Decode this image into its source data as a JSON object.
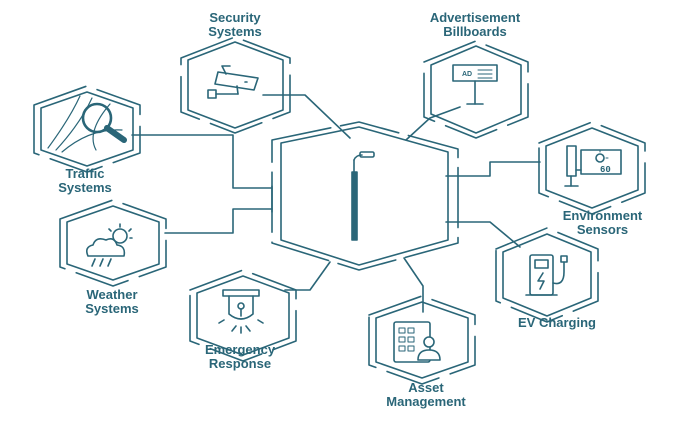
{
  "colors": {
    "ink": "#2a6678",
    "icon": "#1f5566",
    "accent": "#3a8fa8",
    "background": "#ffffff"
  },
  "center": {
    "icon": "street-lamp-icon"
  },
  "nodes": {
    "security": {
      "label_lines": [
        "Security",
        "Systems"
      ],
      "icon": "cctv-camera-icon"
    },
    "advertisement": {
      "label_lines": [
        "Advertisement",
        "Billboards"
      ],
      "icon": "billboard-icon",
      "icon_text": "AD"
    },
    "traffic": {
      "label_lines": [
        "Traffic",
        "Systems"
      ],
      "icon": "magnifier-road-icon"
    },
    "environment": {
      "label_lines": [
        "Environment",
        "Sensors"
      ],
      "icon": "sensor-panel-icon",
      "icon_text": "60"
    },
    "weather": {
      "label_lines": [
        "Weather",
        "Systems"
      ],
      "icon": "cloud-sun-rain-icon"
    },
    "ev": {
      "label_lines": [
        "EV Charging"
      ],
      "icon": "ev-charger-icon"
    },
    "emergency": {
      "label_lines": [
        "Emergency",
        "Response"
      ],
      "icon": "siren-icon"
    },
    "asset": {
      "label_lines": [
        "Asset",
        "Management"
      ],
      "icon": "asset-tablet-user-icon"
    }
  }
}
